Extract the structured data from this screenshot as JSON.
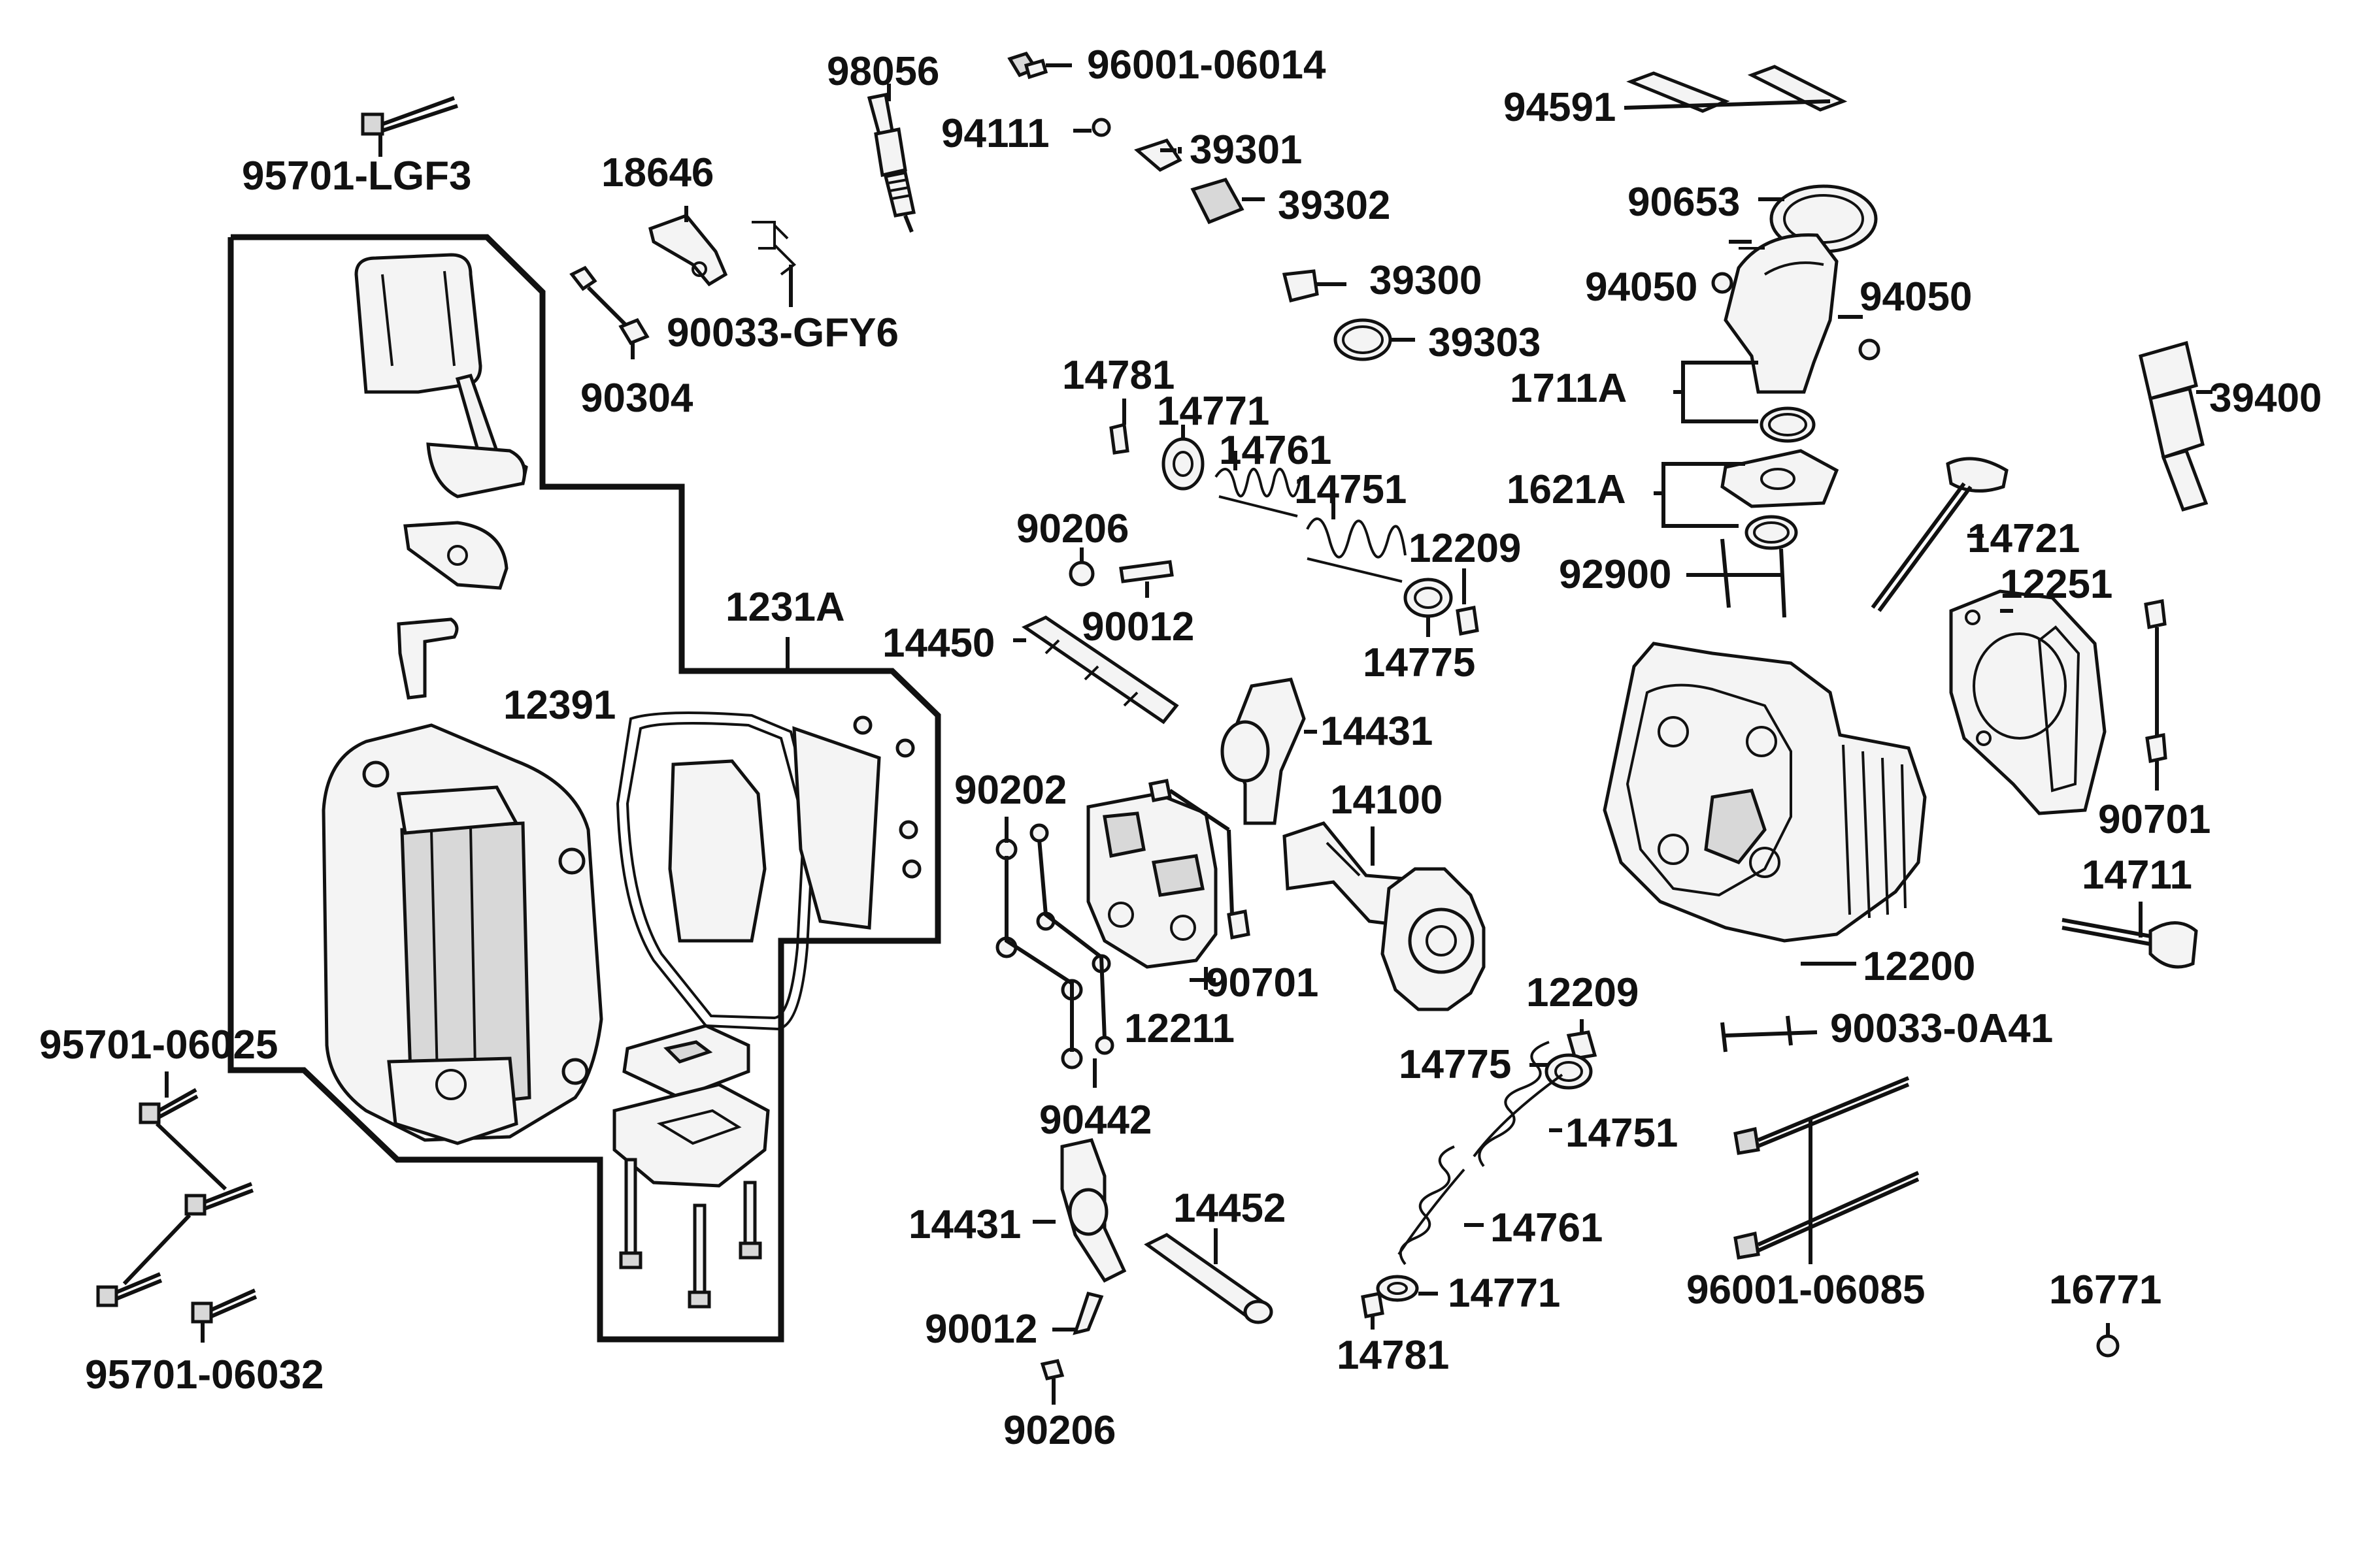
{
  "diagram": {
    "type": "exploded parts diagram",
    "labels": {
      "l95701LGF3": "95701-LGF3",
      "l18646": "18646",
      "l98056": "98056",
      "l90304": "90304",
      "l90033GFY6": "90033-GFY6",
      "l96001_06014": "96001-06014",
      "l94111": "94111",
      "l39301": "39301",
      "l39302": "39302",
      "l39300": "39300",
      "l39303": "39303",
      "l94591": "94591",
      "l90653": "90653",
      "l94050a": "94050",
      "l94050b": "94050",
      "l1711A": "1711A",
      "l39400": "39400",
      "l1621A": "1621A",
      "l14721": "14721",
      "l92900": "92900",
      "l12251": "12251",
      "l14781a": "14781",
      "l14771a": "14771",
      "l14761a": "14761",
      "l14751a": "14751",
      "l12209a": "12209",
      "l14775a": "14775",
      "l90206a": "90206",
      "l90012a": "90012",
      "l14450": "14450",
      "l1231A": "1231A",
      "l12391": "12391",
      "l14431a": "14431",
      "l14100": "14100",
      "l90202": "90202",
      "l90701a": "90701",
      "l12211": "12211",
      "l90442": "90442",
      "l90701b": "90701",
      "l14711": "14711",
      "l12200": "12200",
      "l12209b": "12209",
      "l14775b": "14775",
      "l90033_0A41": "90033-0A41",
      "l14751b": "14751",
      "l14761b": "14761",
      "l14771b": "14771",
      "l14781b": "14781",
      "l14431b": "14431",
      "l14452": "14452",
      "l90012b": "90012",
      "l90206b": "90206",
      "l95701_06025": "95701-06025",
      "l95701_06032": "95701-06032",
      "l96001_06085": "96001-06085",
      "l16771": "16771"
    }
  }
}
